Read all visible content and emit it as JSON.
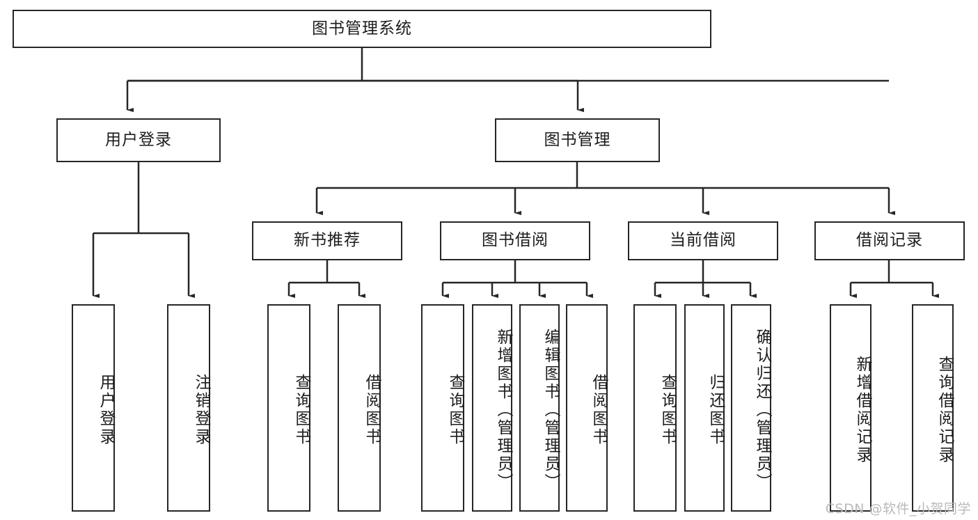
{
  "diagram": {
    "title": "图书管理系统",
    "type": "tree",
    "root": {
      "label": "图书管理系统"
    },
    "level2": [
      {
        "label": "用户登录"
      },
      {
        "label": "图书管理"
      }
    ],
    "level3": [
      {
        "label": "新书推荐"
      },
      {
        "label": "图书借阅"
      },
      {
        "label": "当前借阅"
      },
      {
        "label": "借阅记录"
      }
    ],
    "leaves_login": [
      {
        "label": "用户登录"
      },
      {
        "label": "注销登录"
      }
    ],
    "leaves_newbook": [
      {
        "label": "查询图书"
      },
      {
        "label": "借阅图书"
      }
    ],
    "leaves_borrow": [
      {
        "label": "查询图书"
      },
      {
        "label": "新增图书（管理员）"
      },
      {
        "label": "编辑图书（管理员）"
      },
      {
        "label": "借阅图书"
      }
    ],
    "leaves_current": [
      {
        "label": "查询图书"
      },
      {
        "label": "归还图书"
      },
      {
        "label": "确认归还（管理员）"
      }
    ],
    "leaves_record": [
      {
        "label": "新增借阅记录"
      },
      {
        "label": "查询借阅记录"
      }
    ]
  },
  "watermark": {
    "text": "CSDN @软件_小贺同学"
  },
  "colors": {
    "stroke": "#262626",
    "background": "#ffffff",
    "text": "#1c1c1c",
    "watermark": "#b9b9b9"
  }
}
